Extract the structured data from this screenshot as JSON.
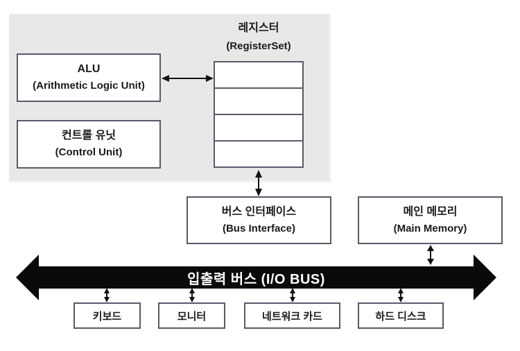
{
  "diagram_title": "computer-architecture-io-bus-diagram",
  "cpu": {
    "alu": {
      "title": "ALU",
      "subtitle": "(Arithmetic Logic Unit)"
    },
    "control_unit": {
      "title": "컨트롤 유닛",
      "subtitle": "(Control Unit)"
    },
    "register_set": {
      "title": "레지스터",
      "subtitle": "(RegisterSet)",
      "cell_count": 4
    }
  },
  "bus_interface": {
    "title": "버스 인터페이스",
    "subtitle": "(Bus Interface)"
  },
  "main_memory": {
    "title": "메인 메모리",
    "subtitle": "(Main Memory)"
  },
  "io_bus": {
    "label": "입출력 버스 (I/O BUS)"
  },
  "devices": [
    {
      "label": "키보드"
    },
    {
      "label": "모니터"
    },
    {
      "label": "네트워크 카드"
    },
    {
      "label": "하드 디스크"
    }
  ],
  "colors": {
    "cpu_region_bg": "#e8e8e8",
    "box_border": "#595969",
    "bus_fill": "#0a0a0a",
    "bus_text": "#ffffff",
    "text": "#1a1a1a"
  }
}
